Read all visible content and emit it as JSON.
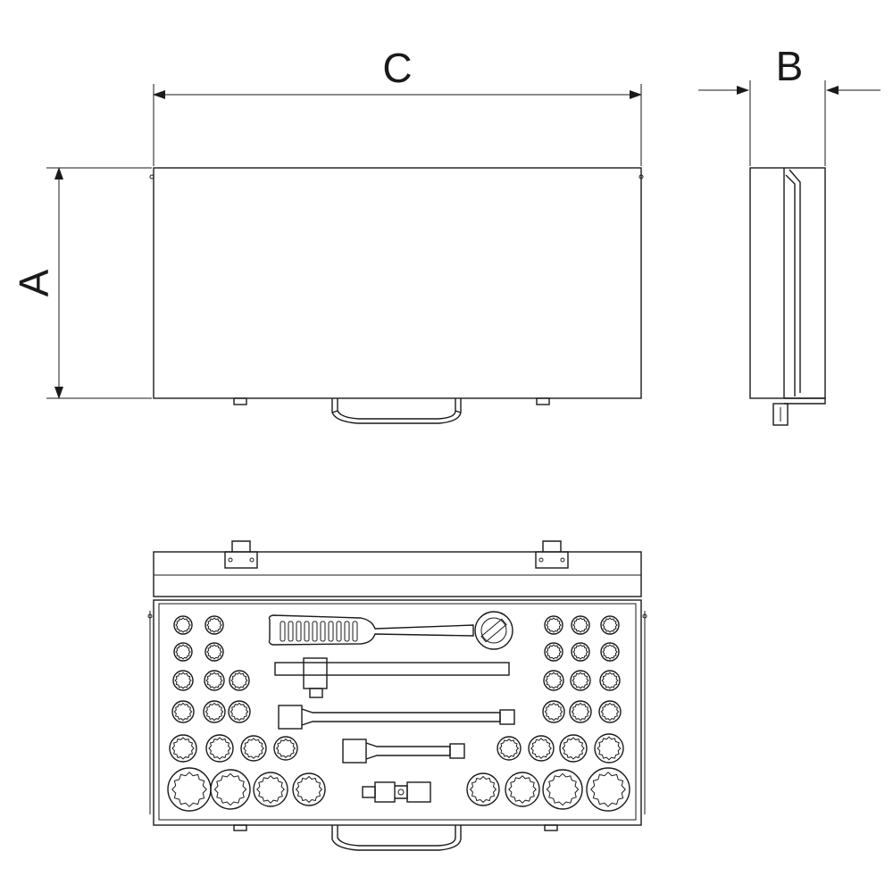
{
  "dimensions": {
    "height_label": "A",
    "depth_label": "B",
    "width_label": "C"
  }
}
